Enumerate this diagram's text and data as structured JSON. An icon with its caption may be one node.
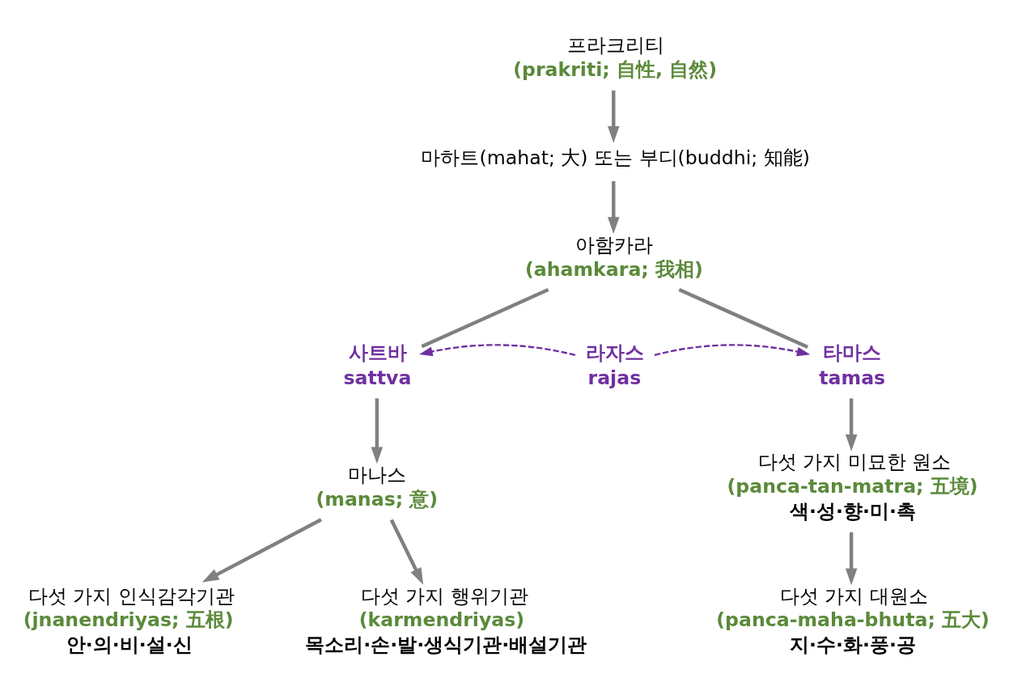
{
  "diagram": {
    "nodes": [
      {
        "text": [
          "프라크리티",
          "(prakriti; 自性, 自然)"
        ]
      },
      {
        "text": [
          "마하트(mahat; 大) 또는 부디(buddhi; 知能)"
        ]
      },
      {
        "text": [
          "아함카라",
          "(ahamkara; 我相)"
        ]
      },
      {
        "text": [
          "사트바",
          "sattva"
        ]
      },
      {
        "text": [
          "라자스",
          "rajas"
        ]
      },
      {
        "text": [
          "타마스",
          "tamas"
        ]
      },
      {
        "text": [
          "마나스",
          "(manas; 意)"
        ]
      },
      {
        "text": [
          "다섯 가지 미묘한 원소",
          "(panca-tan-matra; 五境)",
          "색·성·향·미·촉"
        ]
      },
      {
        "text": [
          "다섯 가지 인식감각기관",
          "(jnanendriyas; 五根)",
          "안·의·비·설·신"
        ]
      },
      {
        "text": [
          "다섯 가지 행위기관",
          "(karmendriyas)",
          "목소리·손·발·생식기관·배설기관"
        ]
      },
      {
        "text": [
          "다섯 가지 대원소",
          "(panca-maha-bhuta; 五大)",
          "지·수·화·풍·공"
        ]
      }
    ],
    "edges": [
      {
        "from": 0,
        "to": 1,
        "arrow": "to"
      },
      {
        "from": 1,
        "to": 2,
        "arrow": "to"
      },
      {
        "from": 2,
        "to": 3,
        "arrow": "none"
      },
      {
        "from": 2,
        "to": 5,
        "arrow": "none"
      },
      {
        "from": 4,
        "to": 3,
        "arrow": "to",
        "style": "dashed",
        "color": "#7030a0"
      },
      {
        "from": 4,
        "to": 5,
        "arrow": "to",
        "style": "dashed",
        "color": "#7030a0"
      },
      {
        "from": 3,
        "to": 6,
        "arrow": "to"
      },
      {
        "from": 5,
        "to": 7,
        "arrow": "to"
      },
      {
        "from": 6,
        "to": 8,
        "arrow": "to"
      },
      {
        "from": 6,
        "to": 9,
        "arrow": "to"
      },
      {
        "from": 7,
        "to": 10,
        "arrow": "to"
      }
    ]
  }
}
